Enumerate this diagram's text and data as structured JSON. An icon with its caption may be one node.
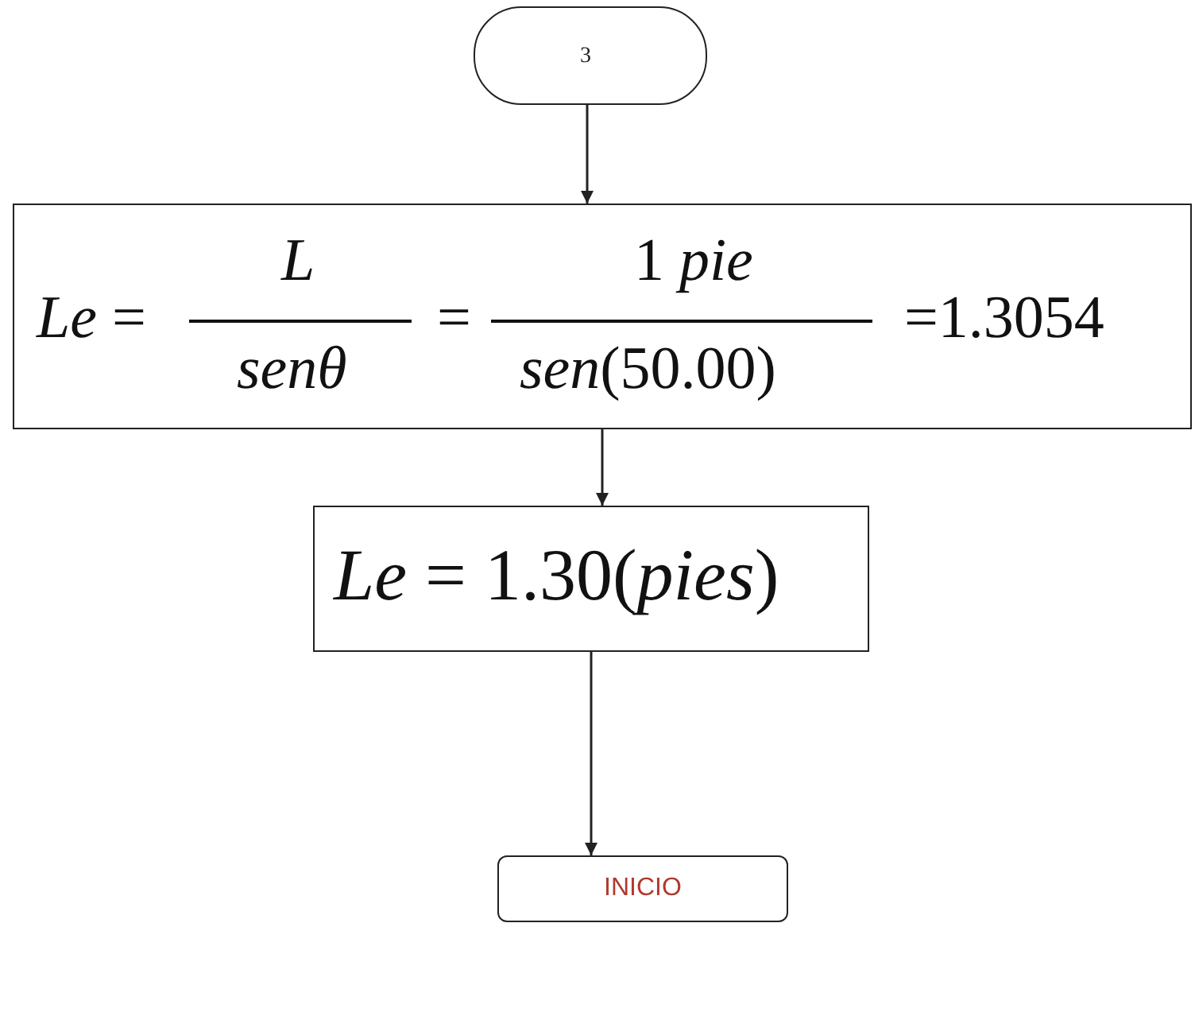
{
  "diagram": {
    "nodes": [
      {
        "text": [
          "3"
        ]
      },
      {
        "text": [
          "*Le* =",
          "*L*",
          "*senθ*",
          "=",
          "1 *pie*",
          "*sen*(50.00)",
          "=1.3054"
        ]
      },
      {
        "text": [
          "*Le* = 1.30(*pies*)"
        ]
      },
      {
        "text": [
          "INICIO"
        ]
      }
    ],
    "edges": [
      {
        "from": 0,
        "to": 1,
        "arrow": "to"
      },
      {
        "from": 1,
        "to": 2,
        "arrow": "to"
      },
      {
        "from": 2,
        "to": 3,
        "arrow": "to"
      }
    ]
  }
}
